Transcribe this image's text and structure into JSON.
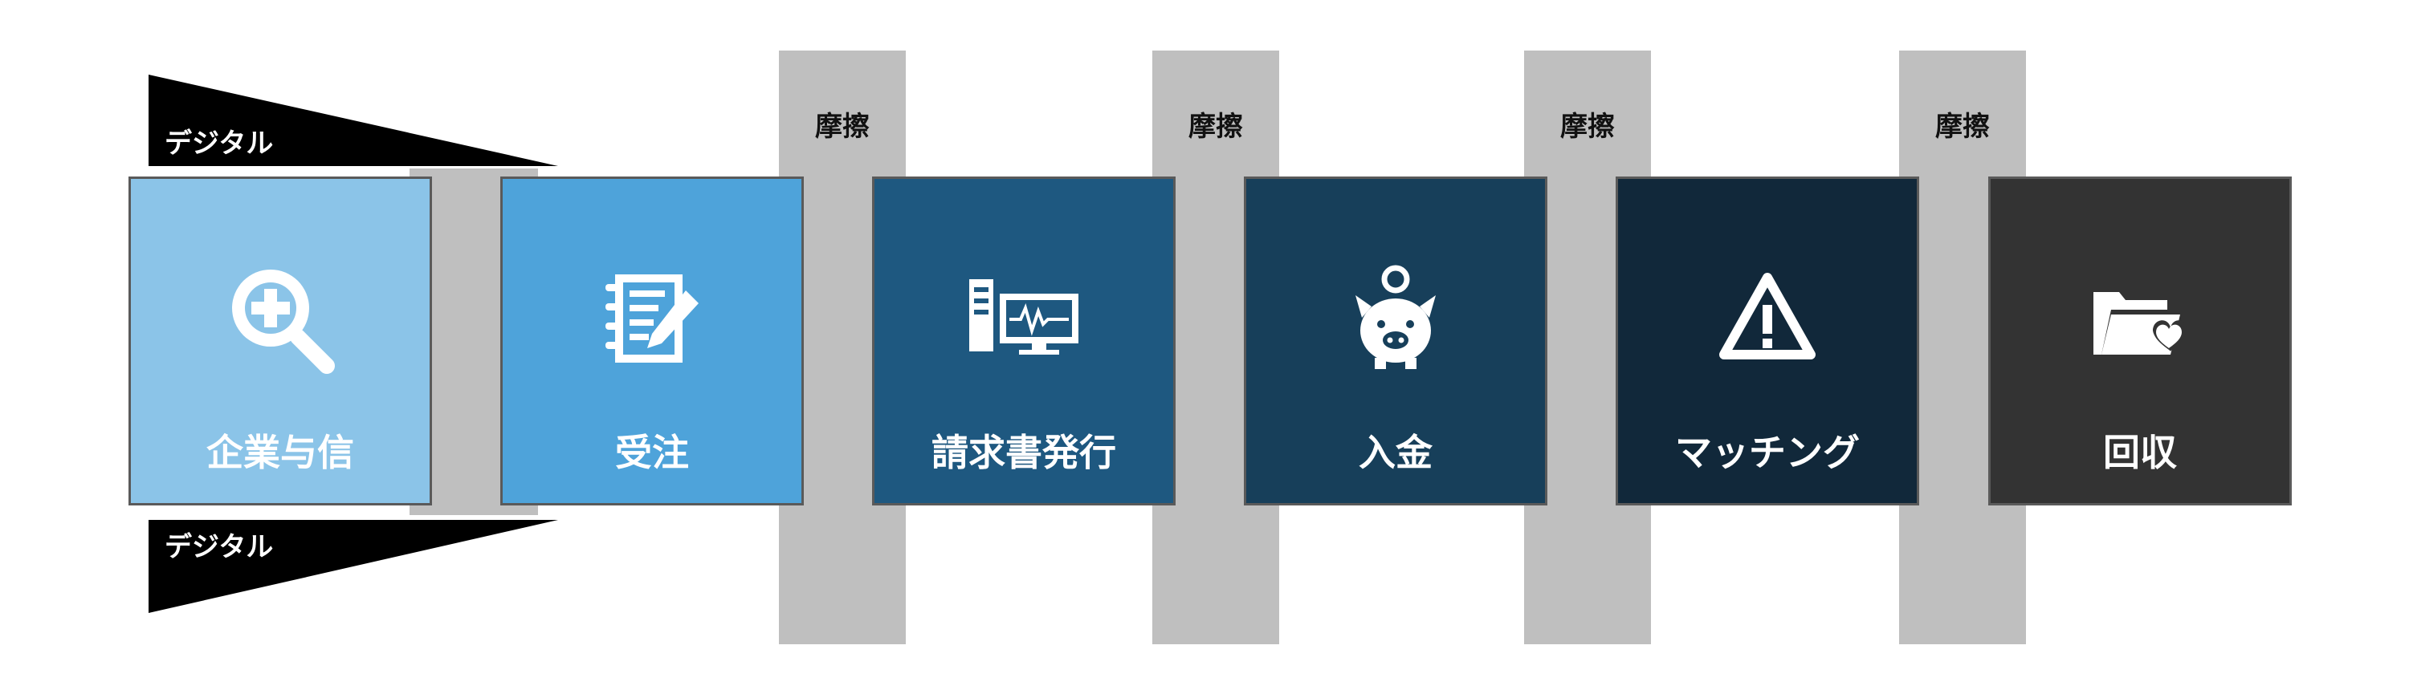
{
  "digital_top": "デジタル",
  "digital_bottom": "デジタル",
  "friction_label": "摩擦",
  "steps": [
    {
      "label": "企業与信",
      "icon": "magnifier-plus-icon",
      "color": "#8bc4e8"
    },
    {
      "label": "受注",
      "icon": "notebook-pen-icon",
      "color": "#4ea3da"
    },
    {
      "label": "請求書発行",
      "icon": "computer-monitor-icon",
      "color": "#1e5880"
    },
    {
      "label": "入金",
      "icon": "piggy-bank-icon",
      "color": "#173f5a"
    },
    {
      "label": "マッチング",
      "icon": "warning-triangle-icon",
      "color": "#11283a"
    },
    {
      "label": "回収",
      "icon": "folder-heart-icon",
      "color": "#333333"
    }
  ]
}
